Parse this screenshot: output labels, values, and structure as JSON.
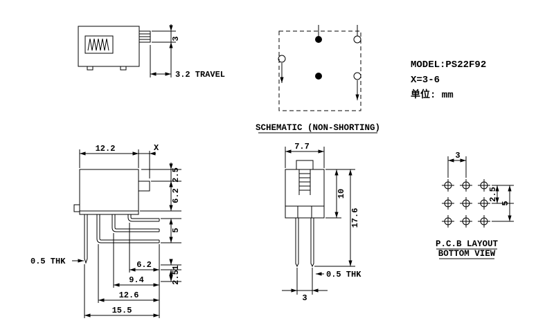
{
  "title_block": {
    "model": "MODEL:PS22F92",
    "x_spec": "X=3-6",
    "unit": "单位: mm"
  },
  "schematic": {
    "caption": "SCHEMATIC (NON-SHORTING)"
  },
  "travel_view": {
    "dim_shaft_height": "3",
    "dim_travel": "3.2 TRAVEL"
  },
  "side_view": {
    "dim_body_width": "12.2",
    "dim_shaft_length": "X",
    "dim_top_to_shaft": "2.5",
    "dim_shaft_to_base": "6.2",
    "dim_pin_span": "5",
    "thickness_label": "0.5 THK",
    "dim_pin_short": "6.2",
    "dim_offset_small": "1",
    "dim_offset_mid": "2.5",
    "dim_pin_mid": "9.4",
    "dim_pin_long": "12.6",
    "dim_overall": "15.5"
  },
  "front_view": {
    "dim_body_width": "7.7",
    "dim_body_height": "10",
    "dim_overall_height": "17.6",
    "thickness_label": "0.5 THK",
    "dim_pin_pitch": "3"
  },
  "pcb_layout": {
    "caption_line1": "P.C.B LAYOUT",
    "caption_line2": "BOTTOM VIEW",
    "dim_col_pitch": "3",
    "dim_row_pitch": "2.5",
    "dim_row_span": "5"
  }
}
